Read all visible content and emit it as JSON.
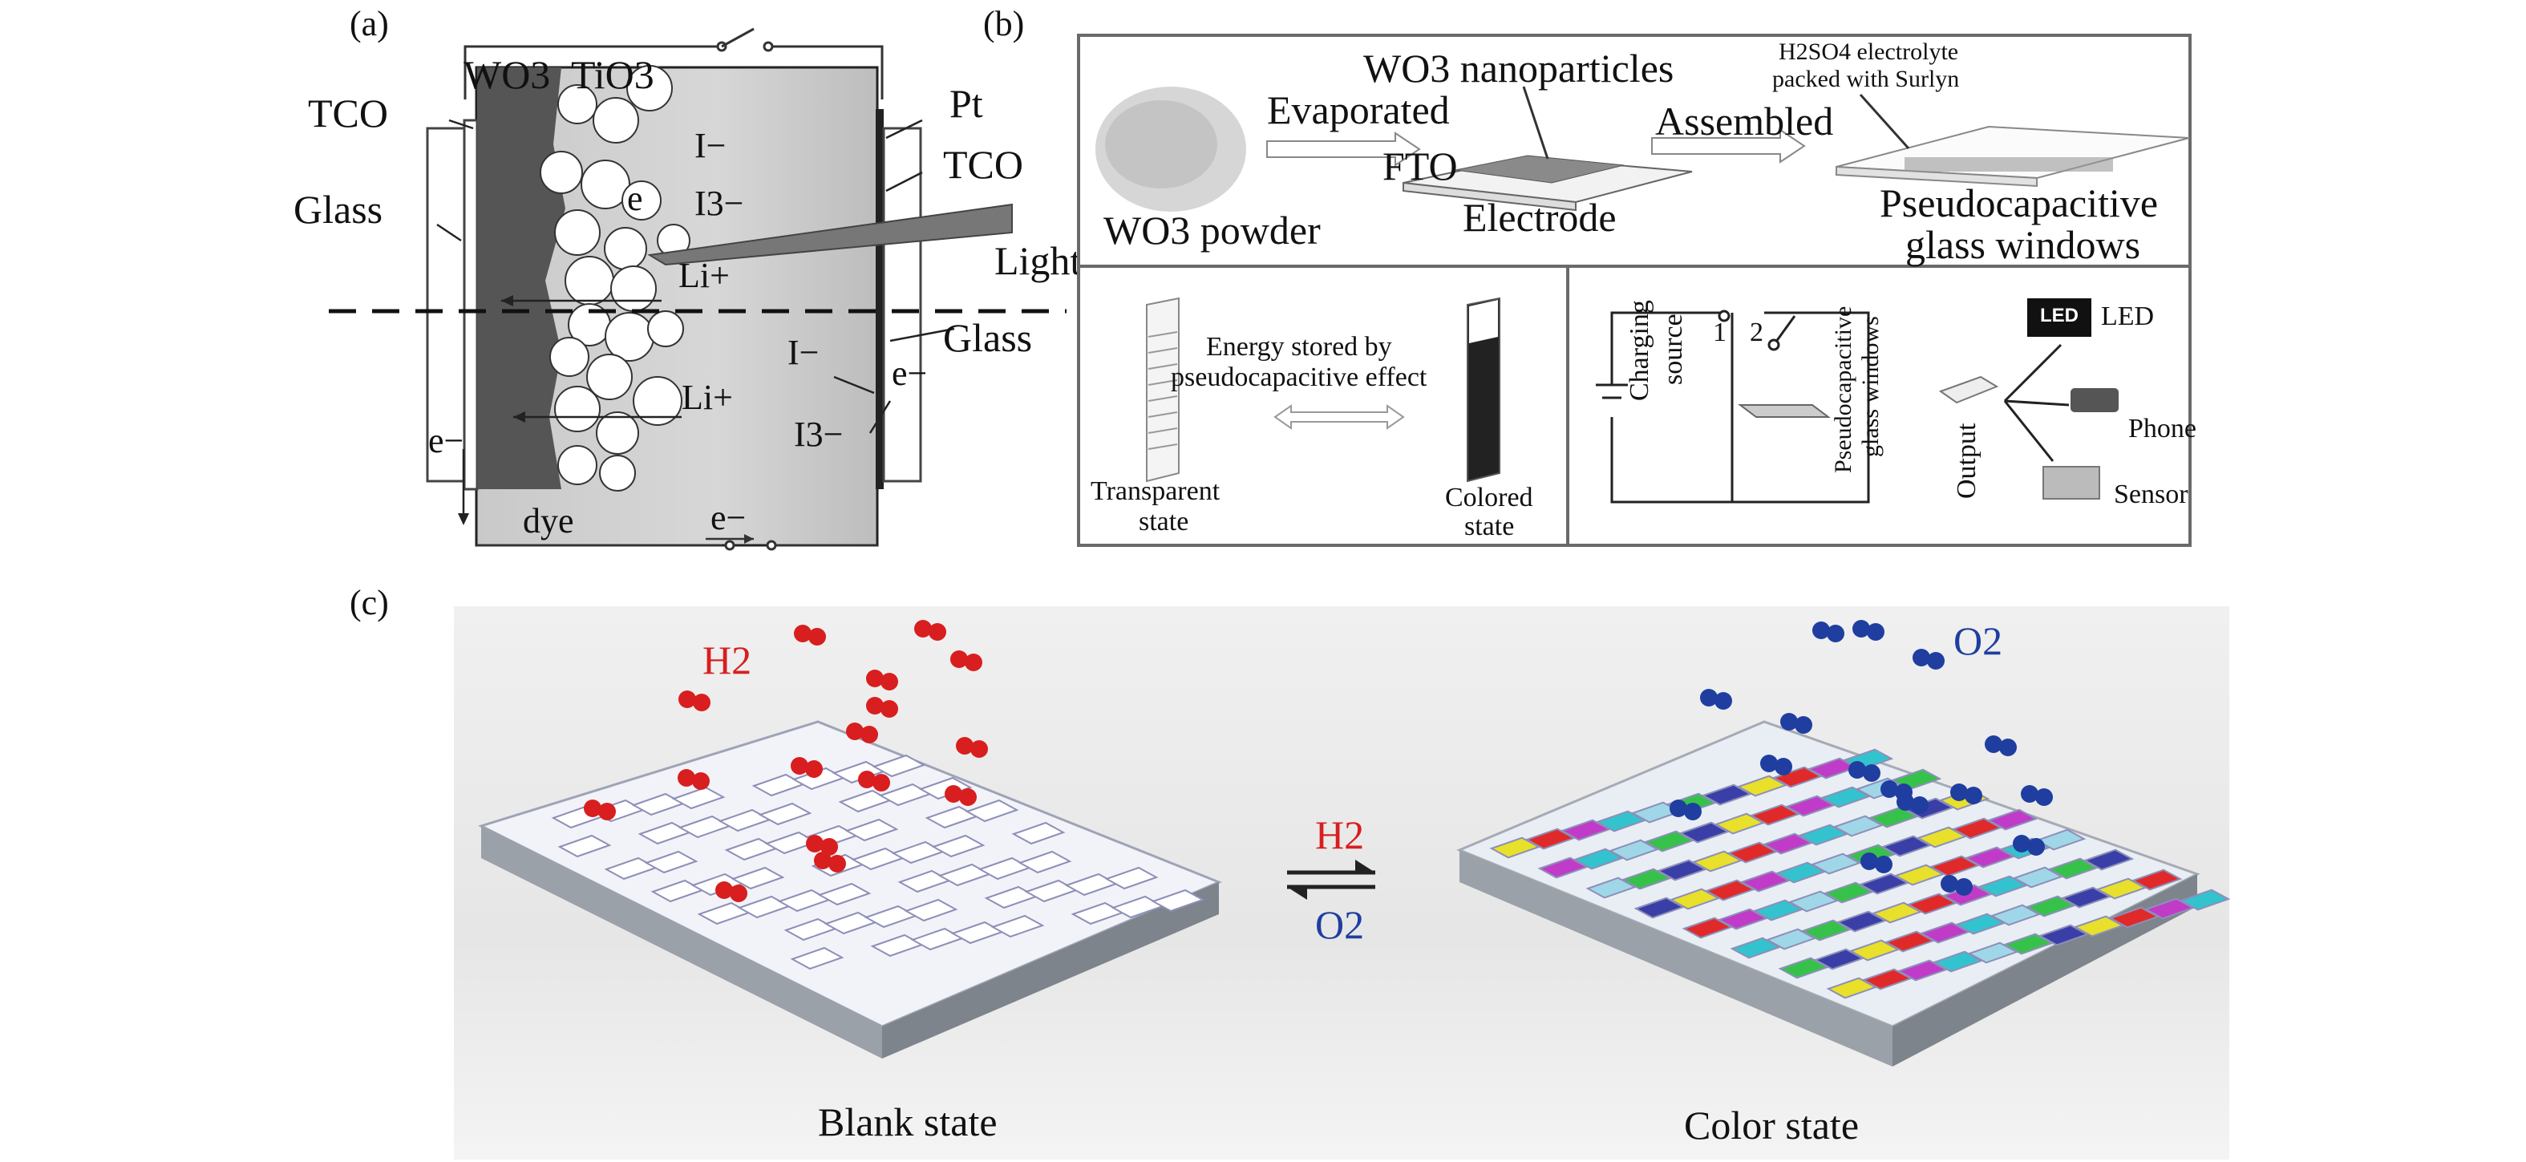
{
  "panels": {
    "a": {
      "label": "(a)",
      "labels": {
        "wo3": "WO3",
        "tio3": "TiO3",
        "tco_left": "TCO",
        "glass_left": "Glass",
        "pt": "Pt",
        "tco_right": "TCO",
        "light": "Light",
        "glass_right": "Glass",
        "i_minus_1": "I−",
        "i3_minus_1": "I3−",
        "e_1": "e",
        "li_plus_1": "Li+",
        "i_minus_2": "I−",
        "e_2": "e−",
        "li_plus_2": "Li+",
        "i3_minus_2": "I3−",
        "e_left": "e−",
        "dye": "dye",
        "e_bottom": "e−"
      }
    },
    "b": {
      "label": "(b)",
      "top": {
        "wo3_nanoparticles": "WO3 nanoparticles",
        "electrolyte_line1": "H2SO4 electrolyte",
        "electrolyte_line2": "packed with Surlyn",
        "evaporated": "Evaporated",
        "assembled": "Assembled",
        "fto": "FTO",
        "wo3_powder": "WO3 powder",
        "electrode": "Electrode",
        "pcw_line1": "Pseudocapacitive",
        "pcw_line2": "glass windows"
      },
      "bottom_left": {
        "energy_line1": "Energy stored by",
        "energy_line2": "pseudocapacitive effect",
        "transparent_line1": "Transparent",
        "transparent_line2": "state",
        "colored_line1": "Colored",
        "colored_line2": "state"
      },
      "bottom_right": {
        "switch_1": "1",
        "switch_2": "2",
        "charging_source_line1": "Charging",
        "charging_source_line2": "source",
        "pcw_line1": "Pseudocapacitive",
        "pcw_line2": "glass windows",
        "output": "Output",
        "led_badge": "LED",
        "led": "LED",
        "phone": "Phone",
        "sensor": "Sensor"
      }
    },
    "c": {
      "label": "(c)",
      "h2_top": "H2",
      "o2_top": "O2",
      "h2_arrow": "H2",
      "o2_arrow": "O2",
      "blank_state": "Blank state",
      "color_state": "Color state"
    }
  },
  "colors": {
    "h2": "#d81e1e",
    "o2": "#1f3ea0",
    "panel_border": "#6a6a6a",
    "pixel_colors": [
      "#e8e02a",
      "#33c3cf",
      "#3a3fa8",
      "#c03cc8",
      "#36c24a",
      "#e02a2a",
      "#9fd7e8"
    ]
  }
}
